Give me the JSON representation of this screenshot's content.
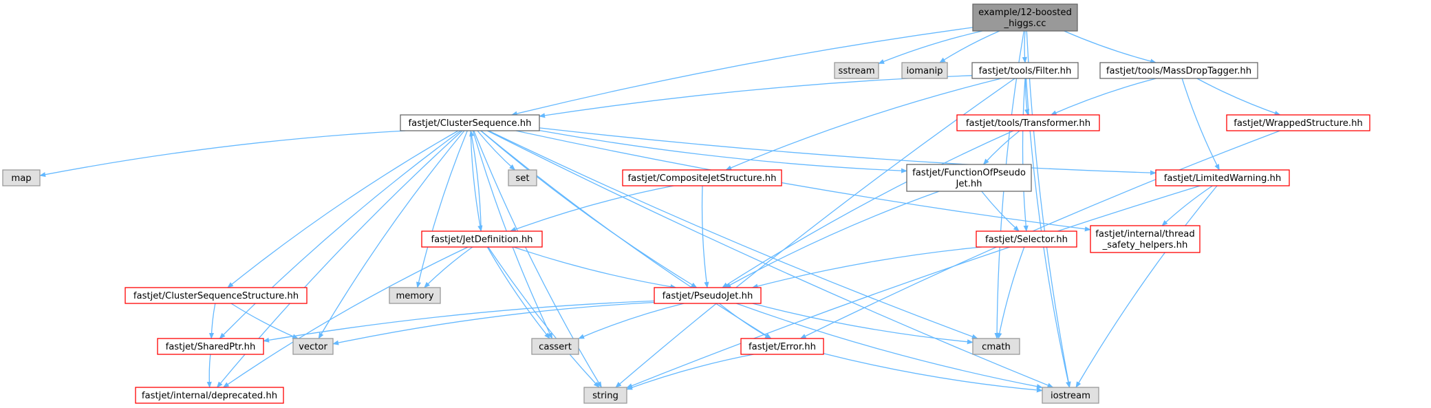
{
  "colors": {
    "edge": "#63b8ff",
    "root_fill": "#999999",
    "root_stroke": "#666666",
    "linked_stroke": "#ff0000",
    "plain_stroke": "#666666",
    "external_fill": "#e0e0e0",
    "external_stroke": "#999999",
    "node_fill": "#ffffff"
  },
  "nodes": {
    "root": {
      "lines": [
        "example/12-boosted",
        "_higgs.cc"
      ],
      "kind": "root"
    },
    "sstream": {
      "lines": [
        "sstream"
      ],
      "kind": "external"
    },
    "iomanip": {
      "lines": [
        "iomanip"
      ],
      "kind": "external"
    },
    "filter": {
      "lines": [
        "fastjet/tools/Filter.hh"
      ],
      "kind": "plain"
    },
    "massdrop": {
      "lines": [
        "fastjet/tools/MassDropTagger.hh"
      ],
      "kind": "plain"
    },
    "clusterseq": {
      "lines": [
        "fastjet/ClusterSequence.hh"
      ],
      "kind": "plain"
    },
    "transformer": {
      "lines": [
        "fastjet/tools/Transformer.hh"
      ],
      "kind": "linked"
    },
    "wrapped": {
      "lines": [
        "fastjet/WrappedStructure.hh"
      ],
      "kind": "linked"
    },
    "map": {
      "lines": [
        "map"
      ],
      "kind": "external"
    },
    "set": {
      "lines": [
        "set"
      ],
      "kind": "external"
    },
    "composite": {
      "lines": [
        "fastjet/CompositeJetStructure.hh"
      ],
      "kind": "linked"
    },
    "funcpseudo": {
      "lines": [
        "fastjet/FunctionOfPseudo",
        "Jet.hh"
      ],
      "kind": "plain"
    },
    "limited": {
      "lines": [
        "fastjet/LimitedWarning.hh"
      ],
      "kind": "linked"
    },
    "jetdef": {
      "lines": [
        "fastjet/JetDefinition.hh"
      ],
      "kind": "linked"
    },
    "selector": {
      "lines": [
        "fastjet/Selector.hh"
      ],
      "kind": "linked"
    },
    "threadsafe": {
      "lines": [
        "fastjet/internal/thread",
        "_safety_helpers.hh"
      ],
      "kind": "linked"
    },
    "csstructure": {
      "lines": [
        "fastjet/ClusterSequenceStructure.hh"
      ],
      "kind": "linked"
    },
    "memory": {
      "lines": [
        "memory"
      ],
      "kind": "external"
    },
    "pseudojet": {
      "lines": [
        "fastjet/PseudoJet.hh"
      ],
      "kind": "linked"
    },
    "sharedptr": {
      "lines": [
        "fastjet/SharedPtr.hh"
      ],
      "kind": "linked"
    },
    "vector": {
      "lines": [
        "vector"
      ],
      "kind": "external"
    },
    "cassert": {
      "lines": [
        "cassert"
      ],
      "kind": "external"
    },
    "error": {
      "lines": [
        "fastjet/Error.hh"
      ],
      "kind": "linked"
    },
    "cmath": {
      "lines": [
        "cmath"
      ],
      "kind": "external"
    },
    "deprecated": {
      "lines": [
        "fastjet/internal/deprecated.hh"
      ],
      "kind": "linked"
    },
    "string": {
      "lines": [
        "string"
      ],
      "kind": "external"
    },
    "iostream": {
      "lines": [
        "iostream"
      ],
      "kind": "external"
    }
  },
  "edges": [
    [
      "root",
      "clusterseq"
    ],
    [
      "root",
      "sstream"
    ],
    [
      "root",
      "iomanip"
    ],
    [
      "root",
      "filter"
    ],
    [
      "root",
      "massdrop"
    ],
    [
      "root",
      "cmath"
    ],
    [
      "root",
      "iostream"
    ],
    [
      "filter",
      "clusterseq"
    ],
    [
      "filter",
      "transformer"
    ],
    [
      "filter",
      "composite"
    ],
    [
      "filter",
      "selector"
    ],
    [
      "filter",
      "string"
    ],
    [
      "filter",
      "iostream"
    ],
    [
      "massdrop",
      "transformer"
    ],
    [
      "massdrop",
      "wrapped"
    ],
    [
      "massdrop",
      "limited"
    ],
    [
      "transformer",
      "funcpseudo"
    ],
    [
      "transformer",
      "pseudojet"
    ],
    [
      "wrapped",
      "error"
    ],
    [
      "clusterseq",
      "map"
    ],
    [
      "clusterseq",
      "set"
    ],
    [
      "clusterseq",
      "funcpseudo"
    ],
    [
      "clusterseq",
      "limited"
    ],
    [
      "clusterseq",
      "jetdef"
    ],
    [
      "clusterseq",
      "threadsafe"
    ],
    [
      "clusterseq",
      "csstructure"
    ],
    [
      "clusterseq",
      "memory"
    ],
    [
      "clusterseq",
      "pseudojet"
    ],
    [
      "clusterseq",
      "sharedptr"
    ],
    [
      "clusterseq",
      "vector"
    ],
    [
      "clusterseq",
      "cassert"
    ],
    [
      "clusterseq",
      "error"
    ],
    [
      "clusterseq",
      "cmath"
    ],
    [
      "clusterseq",
      "deprecated"
    ],
    [
      "clusterseq",
      "string"
    ],
    [
      "clusterseq",
      "iostream"
    ],
    [
      "composite",
      "jetdef"
    ],
    [
      "composite",
      "pseudojet"
    ],
    [
      "funcpseudo",
      "pseudojet"
    ],
    [
      "funcpseudo",
      "selector"
    ],
    [
      "limited",
      "threadsafe"
    ],
    [
      "limited",
      "string"
    ],
    [
      "limited",
      "iostream"
    ],
    [
      "jetdef",
      "clusterseq"
    ],
    [
      "jetdef",
      "memory"
    ],
    [
      "jetdef",
      "pseudojet"
    ],
    [
      "jetdef",
      "cassert"
    ],
    [
      "jetdef",
      "deprecated"
    ],
    [
      "jetdef",
      "string"
    ],
    [
      "selector",
      "pseudojet"
    ],
    [
      "selector",
      "cmath"
    ],
    [
      "csstructure",
      "sharedptr"
    ],
    [
      "csstructure",
      "vector"
    ],
    [
      "pseudojet",
      "sharedptr"
    ],
    [
      "pseudojet",
      "vector"
    ],
    [
      "pseudojet",
      "cassert"
    ],
    [
      "pseudojet",
      "error"
    ],
    [
      "pseudojet",
      "cmath"
    ],
    [
      "pseudojet",
      "iostream"
    ],
    [
      "sharedptr",
      "deprecated"
    ],
    [
      "error",
      "string"
    ],
    [
      "error",
      "iostream"
    ]
  ]
}
